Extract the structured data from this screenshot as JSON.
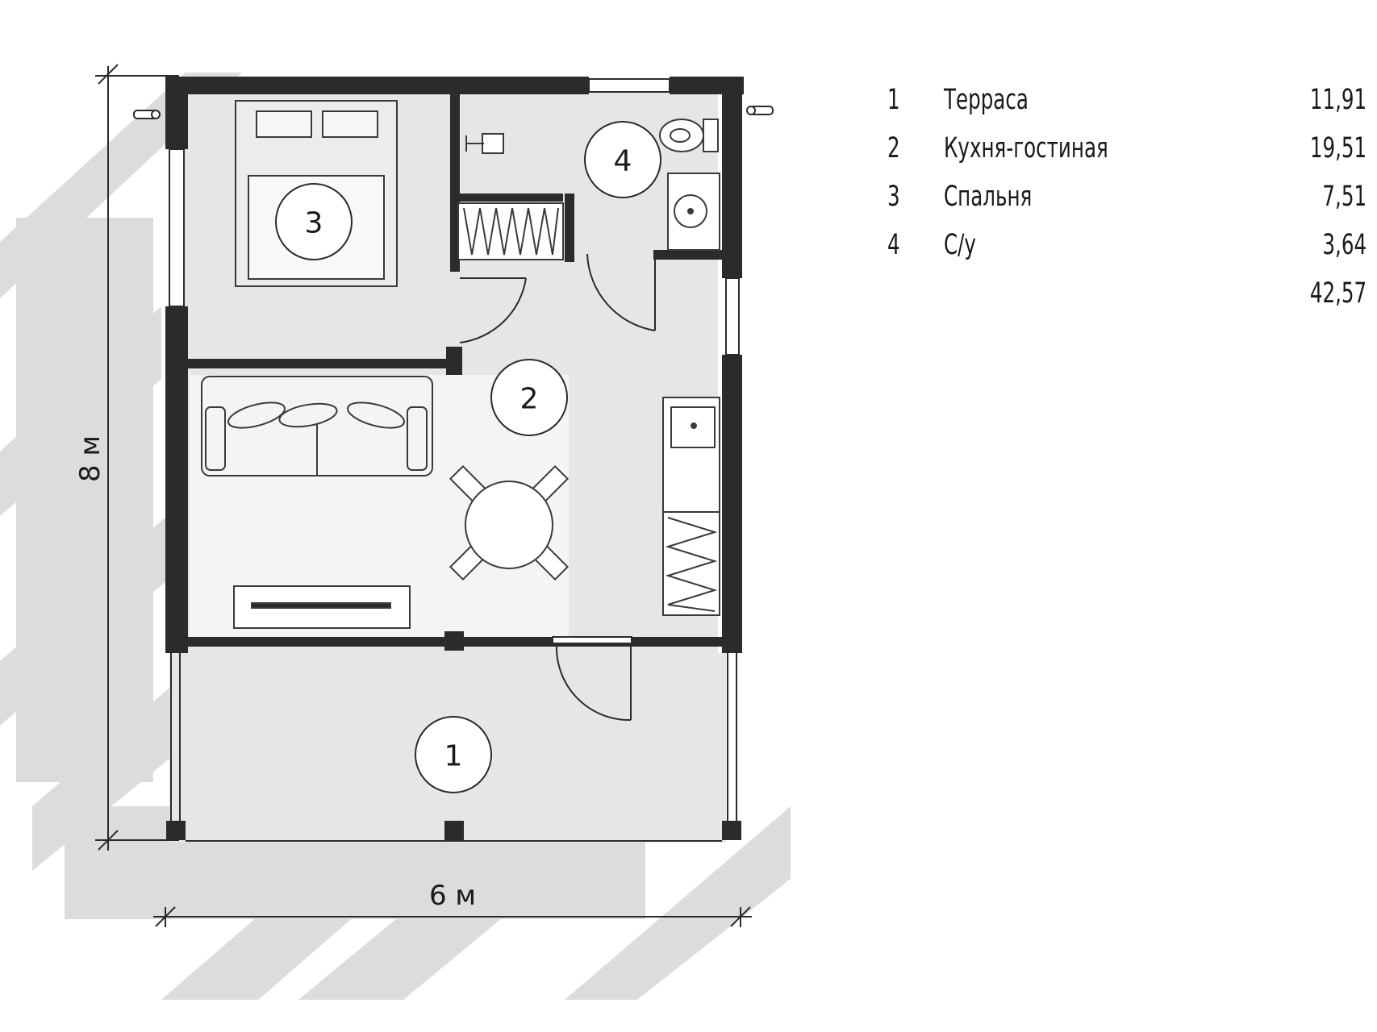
{
  "dimensions": {
    "width_label": "6 м",
    "height_label": "8 м"
  },
  "rooms": [
    {
      "number": "1",
      "name": "Терраса",
      "area": "11,91"
    },
    {
      "number": "2",
      "name": "Кухня-гостиная",
      "area": "19,51"
    },
    {
      "number": "3",
      "name": "Спальня",
      "area": "7,51"
    },
    {
      "number": "4",
      "name": "С/у",
      "area": "3,64"
    }
  ],
  "total_area": "42,57",
  "colors": {
    "wall": "#2b2b2b",
    "floor": "#e3e3e3",
    "shadow": "#d9d9d9",
    "line": "#1a1a1a"
  }
}
